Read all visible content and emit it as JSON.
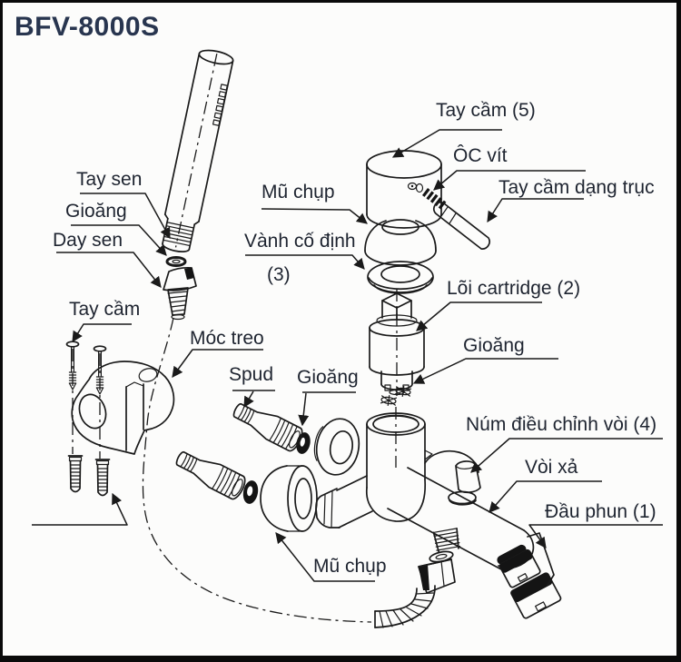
{
  "title": "BFV-8000S",
  "labels": {
    "tay_sen": "Tay sen",
    "gioang_1": "Gioăng",
    "day_sen": "Day sen",
    "tay_cam_left": "Tay cầm",
    "moc_treo": "Móc treo",
    "spud": "Spud",
    "gioang_2": "Gioăng",
    "mu_chup_top": "Mũ chụp",
    "vanh_co_dinh": "Vành cố định",
    "ref_3": "(3)",
    "tay_cam_5": "Tay cầm (5)",
    "oc_vit": "ÔC vít",
    "tay_cam_dang_truc": "Tay cầm dạng trục",
    "loi_cartridge": "Lõi cartridge (2)",
    "gioang_3": "Gioăng",
    "num_dieu_chinh_voi": "Núm điều chỉnh vòi (4)",
    "voi_xa": "Vòi xả",
    "dau_phun": "Đầu phun (1)",
    "mu_chup_bottom": "Mũ chụp"
  },
  "colors": {
    "line": "#1a1a1a",
    "label_text": "#1e2430",
    "title_text": "#28354f",
    "background": "#fcfcfb",
    "frame": "#0a0a0a"
  }
}
